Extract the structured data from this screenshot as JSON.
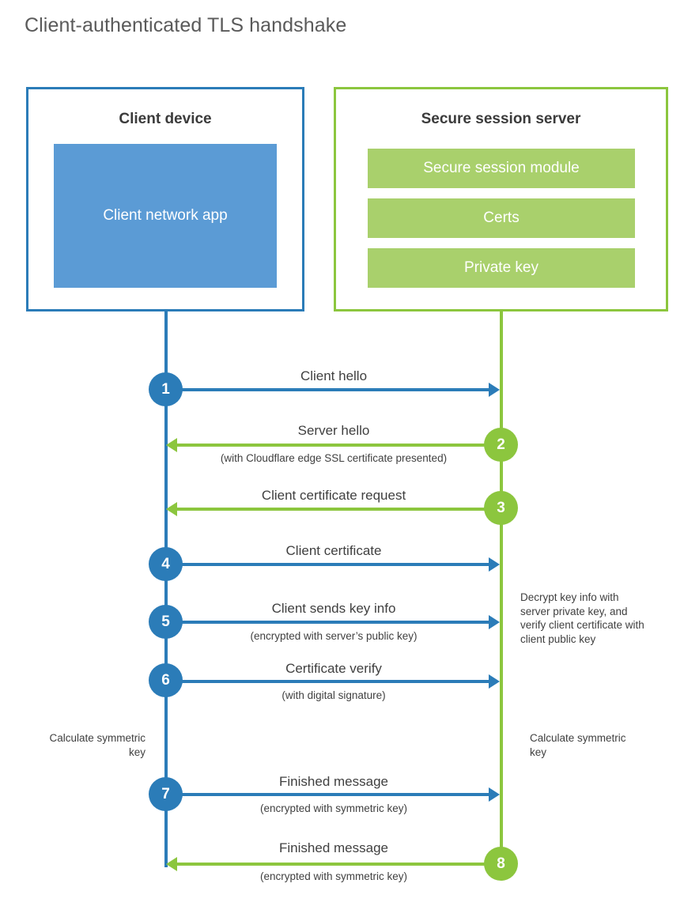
{
  "title": "Client-authenticated TLS handshake",
  "participants": {
    "client": {
      "name": "Client device",
      "app_label": "Client network app",
      "border_color": "#2b7cb8",
      "app_color": "#5b9bd5"
    },
    "server": {
      "name": "Secure session server",
      "border_color": "#8cc63e",
      "bar_color": "#a9d06c",
      "bars": [
        {
          "label": "Secure session module"
        },
        {
          "label": "Certs"
        },
        {
          "label": "Private key"
        }
      ]
    }
  },
  "steps": [
    {
      "number": "1",
      "label": "Client hello",
      "sublabel": "",
      "direction": "client-to-server",
      "color": "#2b7cb8"
    },
    {
      "number": "2",
      "label": "Server hello",
      "sublabel": "(with Cloudflare edge SSL certificate presented)",
      "direction": "server-to-client",
      "color": "#8cc63e"
    },
    {
      "number": "3",
      "label": "Client certificate request",
      "sublabel": "",
      "direction": "server-to-client",
      "color": "#8cc63e"
    },
    {
      "number": "4",
      "label": "Client certificate",
      "sublabel": "",
      "direction": "client-to-server",
      "color": "#2b7cb8"
    },
    {
      "number": "5",
      "label": "Client sends key info",
      "sublabel": "(encrypted with server’s public key)",
      "direction": "client-to-server",
      "color": "#2b7cb8"
    },
    {
      "number": "6",
      "label": "Certificate verify",
      "sublabel": "(with digital signature)",
      "direction": "client-to-server",
      "color": "#2b7cb8"
    },
    {
      "number": "7",
      "label": "Finished message",
      "sublabel": "(encrypted with symmetric key)",
      "direction": "client-to-server",
      "color": "#2b7cb8"
    },
    {
      "number": "8",
      "label": "Finished message",
      "sublabel": "(encrypted with symmetric key)",
      "direction": "server-to-client",
      "color": "#8cc63e"
    }
  ],
  "notes": {
    "server_decrypt": "Decrypt key info with server private key, and verify client certificate with client public key",
    "client_calculate": "Calculate symmetric key",
    "server_calculate": "Calculate symmetric key"
  }
}
